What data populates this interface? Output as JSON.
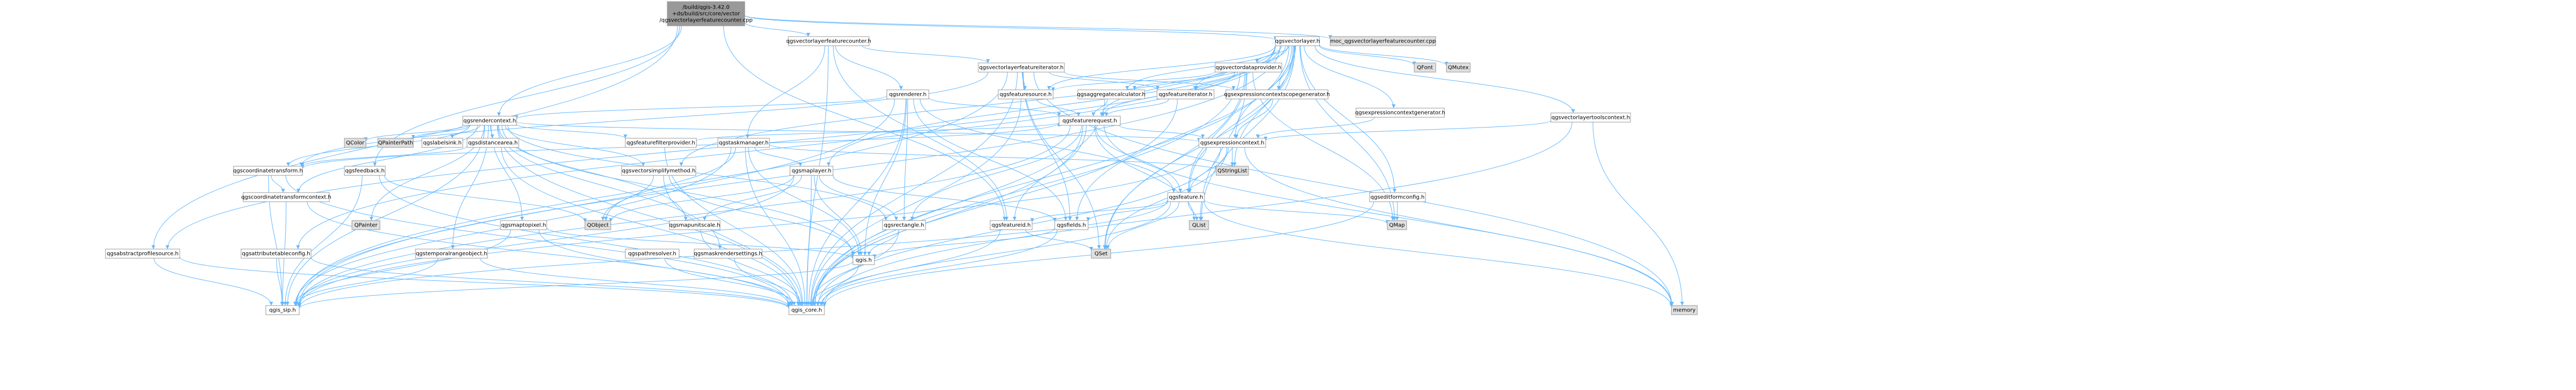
{
  "colors": {
    "root_fill": "#999999",
    "normal_fill": "#ffffff",
    "grey_fill": "#e0e0e0",
    "border": "#999999",
    "edge_main": "#63b8ff",
    "edge_red": "#e00000",
    "edge_grey": "#9a9a9a",
    "edge_orange": "#ff8c00",
    "red_text": "#e00000"
  },
  "nodes": [
    {
      "id": "root",
      "lines": [
        "/build/qgis-3.42.0",
        "+ds/build/src/core/vector",
        "/qgsvectorlayerfeaturecounter.cpp"
      ],
      "style": "root"
    },
    {
      "id": "qgsvectorlayerfeaturecounter_h",
      "lines": [
        "qgsvectorlayerfeaturecounter.h"
      ],
      "style": "normal"
    },
    {
      "id": "qgsvectorlayer_h",
      "lines": [
        "qgsvectorlayer.h"
      ],
      "style": "normal"
    },
    {
      "id": "moc_cpp",
      "lines": [
        "moc_qgsvectorlayerfeaturecounter.cpp"
      ],
      "style": "grey"
    },
    {
      "id": "qgsvectorlayerfeatureiterator_h",
      "lines": [
        "qgsvectorlayerfeatureiterator.h"
      ],
      "style": "red"
    },
    {
      "id": "qgsvectordataprovider_h",
      "lines": [
        "qgsvectordataprovider.h"
      ],
      "style": "red"
    },
    {
      "id": "qfont",
      "lines": [
        "QFont"
      ],
      "style": "grey"
    },
    {
      "id": "qmutex",
      "lines": [
        "QMutex"
      ],
      "style": "grey"
    },
    {
      "id": "qgsrenderer_h",
      "lines": [
        "qgsrenderer.h"
      ],
      "style": "red"
    },
    {
      "id": "qgsfeaturesource_h",
      "lines": [
        "qgsfeaturesource.h"
      ],
      "style": "normal"
    },
    {
      "id": "qgsaggregatecalculator_h",
      "lines": [
        "qgsaggregatecalculator.h"
      ],
      "style": "red"
    },
    {
      "id": "qgsfeatureiterator_h",
      "lines": [
        "qgsfeatureiterator.h"
      ],
      "style": "red"
    },
    {
      "id": "qgsexpressioncontextscopegenerator_h",
      "lines": [
        "qgsexpressioncontextscopegenerator.h"
      ],
      "style": "normal"
    },
    {
      "id": "qgsexpressioncontextgenerator_h",
      "lines": [
        "qgsexpressioncontextgenerator.h"
      ],
      "style": "normal"
    },
    {
      "id": "qgsvectorlayertoolscontext_h",
      "lines": [
        "qgsvectorlayertoolscontext.h"
      ],
      "style": "normal"
    },
    {
      "id": "qgsrendercontext_h",
      "lines": [
        "qgsrendercontext.h"
      ],
      "style": "normal"
    },
    {
      "id": "qcolor",
      "lines": [
        "QColor"
      ],
      "style": "grey"
    },
    {
      "id": "qpainterpath",
      "lines": [
        "QPainterPath"
      ],
      "style": "grey"
    },
    {
      "id": "qgslabelsink_h",
      "lines": [
        "qgslabelsink.h"
      ],
      "style": "red"
    },
    {
      "id": "qgsdistancearea_h",
      "lines": [
        "qgsdistancearea.h"
      ],
      "style": "red"
    },
    {
      "id": "qgsfeaturefilterprovider_h",
      "lines": [
        "qgsfeaturefilterprovider.h"
      ],
      "style": "red"
    },
    {
      "id": "qgsfeaturerequest_h",
      "lines": [
        "qgsfeaturerequest.h"
      ],
      "style": "red"
    },
    {
      "id": "qgstaskmanager_h",
      "lines": [
        "qgstaskmanager.h"
      ],
      "style": "red"
    },
    {
      "id": "qgsexpressioncontext_h",
      "lines": [
        "qgsexpressioncontext.h"
      ],
      "style": "red"
    },
    {
      "id": "qgscoordinatetransform_h",
      "lines": [
        "qgscoordinatetransform.h"
      ],
      "style": "red"
    },
    {
      "id": "qgsfeedback_h",
      "lines": [
        "qgsfeedback.h"
      ],
      "style": "normal"
    },
    {
      "id": "qgsvectorsimplifymethod_h",
      "lines": [
        "qgsvectorsimplifymethod.h"
      ],
      "style": "red"
    },
    {
      "id": "qgsmaplayer_h",
      "lines": [
        "qgsmaplayer.h"
      ],
      "style": "red"
    },
    {
      "id": "qstringlist",
      "lines": [
        "QStringList"
      ],
      "style": "grey"
    },
    {
      "id": "qgsfeature_h",
      "lines": [
        "qgsfeature.h"
      ],
      "style": "red"
    },
    {
      "id": "qgseditformconfig_h",
      "lines": [
        "qgseditformconfig.h"
      ],
      "style": "red"
    },
    {
      "id": "qgscoordinatetransformcontext_h",
      "lines": [
        "qgscoordinatetransformcontext.h"
      ],
      "style": "red"
    },
    {
      "id": "qpainter",
      "lines": [
        "QPainter"
      ],
      "style": "grey"
    },
    {
      "id": "qgsmaptopixel_h",
      "lines": [
        "qgsmaptopixel.h"
      ],
      "style": "red"
    },
    {
      "id": "qobject",
      "lines": [
        "QObject"
      ],
      "style": "grey"
    },
    {
      "id": "qgsmapunitscale_h",
      "lines": [
        "qgsmapunitscale.h"
      ],
      "style": "normal"
    },
    {
      "id": "qgsrectangle_h",
      "lines": [
        "qgsrectangle.h"
      ],
      "style": "red"
    },
    {
      "id": "qgsfeatureid_h",
      "lines": [
        "qgsfeatureid.h"
      ],
      "style": "normal"
    },
    {
      "id": "qgsfields_h",
      "lines": [
        "qgsfields.h"
      ],
      "style": "red"
    },
    {
      "id": "qlist",
      "lines": [
        "QList"
      ],
      "style": "grey"
    },
    {
      "id": "qmap",
      "lines": [
        "QMap"
      ],
      "style": "grey"
    },
    {
      "id": "qgsattributetableconfig_h",
      "lines": [
        "qgsattributetableconfig.h"
      ],
      "style": "red"
    },
    {
      "id": "qgsabstractprofilesource_h",
      "lines": [
        "qgsabstractprofilesource.h"
      ],
      "style": "normal"
    },
    {
      "id": "qgstemporalrangeobject_h",
      "lines": [
        "qgstemporalrangeobject.h"
      ],
      "style": "red"
    },
    {
      "id": "qgspathresolver_h",
      "lines": [
        "qgspathresolver.h"
      ],
      "style": "red"
    },
    {
      "id": "qgsmaskrendersettings_h",
      "lines": [
        "qgsmaskrendersettings.h"
      ],
      "style": "normal"
    },
    {
      "id": "qgis_h",
      "lines": [
        "qgis.h"
      ],
      "style": "red"
    },
    {
      "id": "qset",
      "lines": [
        "QSet"
      ],
      "style": "grey"
    },
    {
      "id": "memory",
      "lines": [
        "memory"
      ],
      "style": "grey"
    },
    {
      "id": "qgis_sip_h",
      "lines": [
        "qgis_sip.h"
      ],
      "style": "normal"
    },
    {
      "id": "qgis_core_h",
      "lines": [
        "qgis_core.h"
      ],
      "style": "normal"
    }
  ],
  "edges": [
    {
      "from": "root",
      "to": "qgsvectorlayerfeaturecounter_h"
    },
    {
      "from": "root",
      "to": "qgsvectorlayer_h"
    },
    {
      "from": "root",
      "to": "moc_cpp"
    },
    {
      "from": "root",
      "to": "qgsrendercontext_h"
    },
    {
      "from": "root",
      "to": "qgsfeatureid_h"
    },
    {
      "from": "root",
      "to": "qgsfeedback_h"
    },
    {
      "from": "root",
      "to": "qgsabstractprofilesource_h"
    },
    {
      "from": "qgsvectorlayerfeaturecounter_h",
      "to": "qgsvectorlayerfeatureiterator_h"
    },
    {
      "from": "qgsvectorlayerfeaturecounter_h",
      "to": "qgsrenderer_h"
    },
    {
      "from": "qgsvectorlayerfeaturecounter_h",
      "to": "qgstaskmanager_h"
    },
    {
      "from": "qgsvectorlayerfeaturecounter_h",
      "to": "qgsfeatureid_h"
    },
    {
      "from": "qgsvectorlayerfeaturecounter_h",
      "to": "qgis_core_h"
    },
    {
      "from": "qgsvectorlayer_h",
      "to": "qgsvectordataprovider_h"
    },
    {
      "from": "qgsvectorlayer_h",
      "to": "qfont"
    },
    {
      "from": "qgsvectorlayer_h",
      "to": "qmutex"
    },
    {
      "from": "qgsvectorlayer_h",
      "to": "qgsmaplayer_h"
    },
    {
      "from": "qgsvectorlayer_h",
      "to": "qgsfeature_h"
    },
    {
      "from": "qgsvectorlayer_h",
      "to": "qgsfeaturerequest_h"
    },
    {
      "from": "qgsvectorlayer_h",
      "to": "qgsfeaturesource_h"
    },
    {
      "from": "qgsvectorlayer_h",
      "to": "qgsfields_h"
    },
    {
      "from": "qgsvectorlayer_h",
      "to": "qgsvectorsimplifymethod_h"
    },
    {
      "from": "qgsvectorlayer_h",
      "to": "qgseditformconfig_h"
    },
    {
      "from": "qgsvectorlayer_h",
      "to": "qgsattributetableconfig_h"
    },
    {
      "from": "qgsvectorlayer_h",
      "to": "qgsaggregatecalculator_h"
    },
    {
      "from": "qgsvectorlayer_h",
      "to": "qgsfeatureiterator_h"
    },
    {
      "from": "qgsvectorlayer_h",
      "to": "qgsexpressioncontextgenerator_h"
    },
    {
      "from": "qgsvectorlayer_h",
      "to": "qgsexpressioncontextscopegenerator_h"
    },
    {
      "from": "qgsvectorlayer_h",
      "to": "qgsexpressioncontext_h"
    },
    {
      "from": "qgsvectorlayer_h",
      "to": "qgsabstractprofilesource_h"
    },
    {
      "from": "qgsvectorlayer_h",
      "to": "qgsvectorlayertoolscontext_h"
    },
    {
      "from": "qgsvectorlayer_h",
      "to": "qlist"
    },
    {
      "from": "qgsvectorlayer_h",
      "to": "qstringlist"
    },
    {
      "from": "qgsvectorlayer_h",
      "to": "qmap"
    },
    {
      "from": "qgsvectorlayer_h",
      "to": "qset"
    },
    {
      "from": "qgsvectorlayer_h",
      "to": "qgis_core_h"
    },
    {
      "from": "qgsvectorlayer_h",
      "to": "qgis_sip_h"
    },
    {
      "from": "qgsvectorlayerfeatureiterator_h",
      "to": "qgsfeatureiterator_h"
    },
    {
      "from": "qgsvectorlayerfeatureiterator_h",
      "to": "qgsfeaturesource_h"
    },
    {
      "from": "qgsvectorlayerfeatureiterator_h",
      "to": "qgsfields_h"
    },
    {
      "from": "qgsvectorlayerfeatureiterator_h",
      "to": "qgscoordinatetransform_h"
    },
    {
      "from": "qgsvectorlayerfeatureiterator_h",
      "to": "qgsexpressioncontextscopegenerator_h"
    },
    {
      "from": "qgsvectorlayerfeatureiterator_h",
      "to": "qset"
    },
    {
      "from": "qgsvectorlayerfeatureiterator_h",
      "to": "memory"
    },
    {
      "from": "qgsvectorlayerfeatureiterator_h",
      "to": "qgis_core_h"
    },
    {
      "from": "qgsvectorlayerfeatureiterator_h",
      "to": "qgis_sip_h"
    },
    {
      "from": "qgsvectordataprovider_h",
      "to": "qgsfeaturesource_h"
    },
    {
      "from": "qgsvectordataprovider_h",
      "to": "qgsaggregatecalculator_h"
    },
    {
      "from": "qgsvectordataprovider_h",
      "to": "qgsfeatureiterator_h"
    },
    {
      "from": "qgsvectordataprovider_h",
      "to": "qgsfeature_h"
    },
    {
      "from": "qgsvectordataprovider_h",
      "to": "qgsfeaturerequest_h"
    },
    {
      "from": "qgsvectordataprovider_h",
      "to": "qlist"
    },
    {
      "from": "qgsvectordataprovider_h",
      "to": "qset"
    },
    {
      "from": "qgsvectordataprovider_h",
      "to": "qmap"
    },
    {
      "from": "qgsvectordataprovider_h",
      "to": "qgis_core_h"
    },
    {
      "from": "qgsrenderer_h",
      "to": "qgsrendercontext_h"
    },
    {
      "from": "qgsrenderer_h",
      "to": "qgsfeature_h"
    },
    {
      "from": "qgsrenderer_h",
      "to": "qgsfields_h"
    },
    {
      "from": "qgsrenderer_h",
      "to": "qgsfeaturerequest_h"
    },
    {
      "from": "qgsrenderer_h",
      "to": "qgsrectangle_h"
    },
    {
      "from": "qgsrenderer_h",
      "to": "qgis_h"
    },
    {
      "from": "qgsrenderer_h",
      "to": "qgis_core_h"
    },
    {
      "from": "qgsrenderer_h",
      "to": "qgis_sip_h"
    },
    {
      "from": "qgsfeaturesource_h",
      "to": "qgsfeaturerequest_h"
    },
    {
      "from": "qgsfeaturesource_h",
      "to": "qgis_core_h"
    },
    {
      "from": "qgsaggregatecalculator_h",
      "to": "qgsfeaturerequest_h"
    },
    {
      "from": "qgsaggregatecalculator_h",
      "to": "qgis_core_h"
    },
    {
      "from": "qgsfeatureiterator_h",
      "to": "qgsfeaturerequest_h"
    },
    {
      "from": "qgsfeatureiterator_h",
      "to": "qgis_core_h"
    },
    {
      "from": "qgsexpressioncontextscopegenerator_h",
      "to": "qgsexpressioncontext_h"
    },
    {
      "from": "qgsexpressioncontextgenerator_h",
      "to": "qgsexpressioncontext_h"
    },
    {
      "from": "qgsvectorlayertoolscontext_h",
      "to": "qgsexpressioncontext_h"
    },
    {
      "from": "qgsvectorlayertoolscontext_h",
      "to": "memory"
    },
    {
      "from": "qgsvectorlayertoolscontext_h",
      "to": "qgis_core_h"
    },
    {
      "from": "qgsrendercontext_h",
      "to": "qcolor"
    },
    {
      "from": "qgsrendercontext_h",
      "to": "qpainterpath"
    },
    {
      "from": "qgsrendercontext_h",
      "to": "qgslabelsink_h"
    },
    {
      "from": "qgsrendercontext_h",
      "to": "qgsdistancearea_h"
    },
    {
      "from": "qgsrendercontext_h",
      "to": "qgsfeaturefilterprovider_h"
    },
    {
      "from": "qgsrendercontext_h",
      "to": "qgsexpressioncontext_h"
    },
    {
      "from": "qgsrendercontext_h",
      "to": "qgscoordinatetransform_h"
    },
    {
      "from": "qgsrendercontext_h",
      "to": "qgsvectorsimplifymethod_h"
    },
    {
      "from": "qgsrendercontext_h",
      "to": "qgsmaptopixel_h"
    },
    {
      "from": "qgsrendercontext_h",
      "to": "qgsmapunitscale_h"
    },
    {
      "from": "qgsrendercontext_h",
      "to": "qgsrectangle_h"
    },
    {
      "from": "qgsrendercontext_h",
      "to": "qgstemporalrangeobject_h"
    },
    {
      "from": "qgsrendercontext_h",
      "to": "qgsmaskrendersettings_h"
    },
    {
      "from": "qgsrendercontext_h",
      "to": "qgscoordinatetransformcontext_h"
    },
    {
      "from": "qgsrendercontext_h",
      "to": "qgis_h"
    },
    {
      "from": "qgsrendercontext_h",
      "to": "qpainter"
    },
    {
      "from": "qgsrendercontext_h",
      "to": "qgis_core_h"
    },
    {
      "from": "qgsrendercontext_h",
      "to": "qgis_sip_h"
    },
    {
      "from": "qgsdistancearea_h",
      "to": "qgscoordinatetransform_h"
    },
    {
      "from": "qgsdistancearea_h",
      "to": "qgis_core_h"
    },
    {
      "from": "qgsfeaturefilterprovider_h",
      "to": "qgsfeaturerequest_h"
    },
    {
      "from": "qgsfeaturefilterprovider_h",
      "to": "qgis_core_h"
    },
    {
      "from": "qgsfeaturerequest_h",
      "to": "qgsfeature_h"
    },
    {
      "from": "qgsfeaturerequest_h",
      "to": "qgsrectangle_h"
    },
    {
      "from": "qgsfeaturerequest_h",
      "to": "qgsexpressioncontext_h"
    },
    {
      "from": "qgsfeaturerequest_h",
      "to": "qgscoordinatetransform_h"
    },
    {
      "from": "qgsfeaturerequest_h",
      "to": "qgsfeatureid_h"
    },
    {
      "from": "qgsfeaturerequest_h",
      "to": "qgis_sip_h"
    },
    {
      "from": "qgsfeaturerequest_h",
      "to": "qlist"
    },
    {
      "from": "qgsfeaturerequest_h",
      "to": "memory"
    },
    {
      "from": "qgsfeaturerequest_h",
      "to": "qgis_core_h"
    },
    {
      "from": "qgstaskmanager_h",
      "to": "qobject"
    },
    {
      "from": "qgstaskmanager_h",
      "to": "qgis_h"
    },
    {
      "from": "qgstaskmanager_h",
      "to": "qgsmaplayer_h"
    },
    {
      "from": "qgstaskmanager_h",
      "to": "qstringlist"
    },
    {
      "from": "qgstaskmanager_h",
      "to": "qgis_core_h"
    },
    {
      "from": "qgstaskmanager_h",
      "to": "qgis_sip_h"
    },
    {
      "from": "qgsexpressioncontext_h",
      "to": "qgsfeature_h"
    },
    {
      "from": "qgsexpressioncontext_h",
      "to": "qstringlist"
    },
    {
      "from": "qgsexpressioncontext_h",
      "to": "qset"
    },
    {
      "from": "qgsexpressioncontext_h",
      "to": "memory"
    },
    {
      "from": "qgsexpressioncontext_h",
      "to": "qgis_core_h"
    },
    {
      "from": "qgsexpressioncontext_h",
      "to": "qgis_sip_h"
    },
    {
      "from": "qgscoordinatetransform_h",
      "to": "qgscoordinatetransformcontext_h"
    },
    {
      "from": "qgscoordinatetransform_h",
      "to": "qgis_core_h"
    },
    {
      "from": "qgscoordinatetransform_h",
      "to": "qgis_sip_h"
    },
    {
      "from": "qgsfeedback_h",
      "to": "qobject"
    },
    {
      "from": "qgsfeedback_h",
      "to": "qgis_core_h"
    },
    {
      "from": "qgsfeedback_h",
      "to": "qgis_sip_h"
    },
    {
      "from": "qgsvectorsimplifymethod_h",
      "to": "qobject"
    },
    {
      "from": "qgsvectorsimplifymethod_h",
      "to": "qgis_h"
    },
    {
      "from": "qgsvectorsimplifymethod_h",
      "to": "qgis_core_h"
    },
    {
      "from": "qgsmaplayer_h",
      "to": "qobject"
    },
    {
      "from": "qgsmaplayer_h",
      "to": "qgis_h"
    },
    {
      "from": "qgsmaplayer_h",
      "to": "qgsrectangle_h"
    },
    {
      "from": "qgsmaplayer_h",
      "to": "qgsfields_h"
    },
    {
      "from": "qgsmaplayer_h",
      "to": "qgis_core_h"
    },
    {
      "from": "qgsmaplayer_h",
      "to": "qgis_sip_h"
    },
    {
      "from": "qgsmaplayer_h",
      "to": "qgsmapunitscale_h"
    },
    {
      "from": "qgsfeature_h",
      "to": "qgsfields_h"
    },
    {
      "from": "qgsfeature_h",
      "to": "qgsfeatureid_h"
    },
    {
      "from": "qgsfeature_h",
      "to": "qlist"
    },
    {
      "from": "qgsfeature_h",
      "to": "qmap"
    },
    {
      "from": "qgsfeature_h",
      "to": "qset"
    },
    {
      "from": "qgsfeature_h",
      "to": "memory"
    },
    {
      "from": "qgsfeature_h",
      "to": "qgis_core_h"
    },
    {
      "from": "qgsfeature_h",
      "to": "qgis_sip_h"
    },
    {
      "from": "qgseditformconfig_h",
      "to": "qmap"
    },
    {
      "from": "qgseditformconfig_h",
      "to": "qgis_core_h"
    },
    {
      "from": "qgscoordinatetransformcontext_h",
      "to": "qgis_core_h"
    },
    {
      "from": "qgscoordinatetransformcontext_h",
      "to": "qgis_sip_h"
    },
    {
      "from": "qgsmaptopixel_h",
      "to": "qgis_h"
    },
    {
      "from": "qgsmaptopixel_h",
      "to": "qgis_core_h"
    },
    {
      "from": "qgsmaptopixel_h",
      "to": "qgis_sip_h"
    },
    {
      "from": "qgsmapunitscale_h",
      "to": "qgis_core_h"
    },
    {
      "from": "qgsrectangle_h",
      "to": "qgis_h"
    },
    {
      "from": "qgsrectangle_h",
      "to": "qgis_core_h"
    },
    {
      "from": "qgsfeatureid_h",
      "to": "qset"
    },
    {
      "from": "qgsfeatureid_h",
      "to": "qgis_core_h"
    },
    {
      "from": "qgsfields_h",
      "to": "qgis_h"
    },
    {
      "from": "qgsfields_h",
      "to": "qgis_core_h"
    },
    {
      "from": "qgsattributetableconfig_h",
      "to": "qgis_core_h"
    },
    {
      "from": "qgsattributetableconfig_h",
      "to": "qgis_sip_h"
    },
    {
      "from": "qgsabstractprofilesource_h",
      "to": "qgis_core_h"
    },
    {
      "from": "qgsabstractprofilesource_h",
      "to": "qgis_sip_h"
    },
    {
      "from": "qgstemporalrangeobject_h",
      "to": "qgis_core_h"
    },
    {
      "from": "qgstemporalrangeobject_h",
      "to": "qgis_sip_h"
    },
    {
      "from": "qgspathresolver_h",
      "to": "qgis_core_h"
    },
    {
      "from": "qgsmaskrendersettings_h",
      "to": "qgis_core_h"
    },
    {
      "from": "qgis_h",
      "to": "qgis_core_h"
    },
    {
      "from": "qgis_h",
      "to": "qgis_sip_h"
    }
  ]
}
